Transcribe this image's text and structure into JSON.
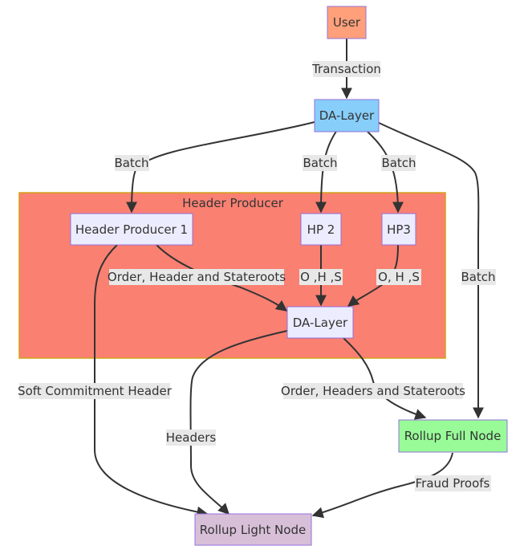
{
  "diagram": {
    "cluster": {
      "title": "Header Producer",
      "fill": "#fa8072",
      "stroke": "#d4a017"
    },
    "nodes": {
      "user": {
        "label": "User",
        "fill": "#ffa07a",
        "stroke": "#9370db"
      },
      "da_top": {
        "label": "DA-Layer",
        "fill": "#87cefa",
        "stroke": "#9370db"
      },
      "hp1": {
        "label": "Header Producer 1",
        "fill": "#ececff",
        "stroke": "#9370db"
      },
      "hp2": {
        "label": "HP 2",
        "fill": "#ececff",
        "stroke": "#9370db"
      },
      "hp3": {
        "label": "HP3",
        "fill": "#ececff",
        "stroke": "#9370db"
      },
      "da_inner": {
        "label": "DA-Layer",
        "fill": "#ececff",
        "stroke": "#9370db"
      },
      "full_node": {
        "label": "Rollup Full Node",
        "fill": "#98fb98",
        "stroke": "#9370db"
      },
      "light_node": {
        "label": "Rollup Light Node",
        "fill": "#d8bfd8",
        "stroke": "#9370db"
      }
    },
    "edges": {
      "transaction": "Transaction",
      "batch_hp1": "Batch",
      "batch_hp2": "Batch",
      "batch_hp3": "Batch",
      "batch_full": "Batch",
      "order_header_stateroots": "Order, Header and Stateroots",
      "ohs_hp2": "O ,H ,S",
      "ohs_hp3": "O, H ,S",
      "soft_commitment": "Soft Commitment Header",
      "headers": "Headers",
      "order_headers_stateroots": "Order, Headers and Stateroots",
      "fraud_proofs": "Fraud Proofs"
    }
  }
}
